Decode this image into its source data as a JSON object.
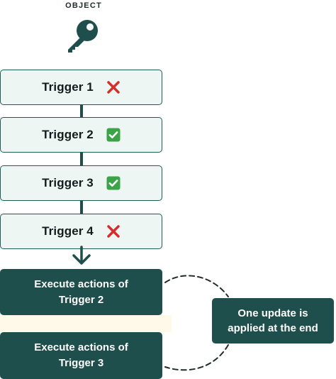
{
  "header": {
    "label": "OBJECT",
    "icon": "key-icon"
  },
  "triggers": [
    {
      "label": "Trigger 1",
      "status": "failed",
      "icon": "cross-icon"
    },
    {
      "label": "Trigger 2",
      "status": "passed",
      "icon": "check-icon"
    },
    {
      "label": "Trigger 3",
      "status": "passed",
      "icon": "check-icon"
    },
    {
      "label": "Trigger 4",
      "status": "failed",
      "icon": "cross-icon"
    }
  ],
  "executions": [
    {
      "line1": "Execute actions of",
      "line2": "Trigger 2"
    },
    {
      "line1": "Execute actions of",
      "line2": "Trigger 3"
    }
  ],
  "update_box": {
    "line1": "One update is",
    "line2": "applied at the end"
  },
  "colors": {
    "dark_teal": "#1f4f4c",
    "light_mint": "#edf6f2",
    "cross_red": "#d62d2d",
    "check_green": "#3aa447"
  }
}
